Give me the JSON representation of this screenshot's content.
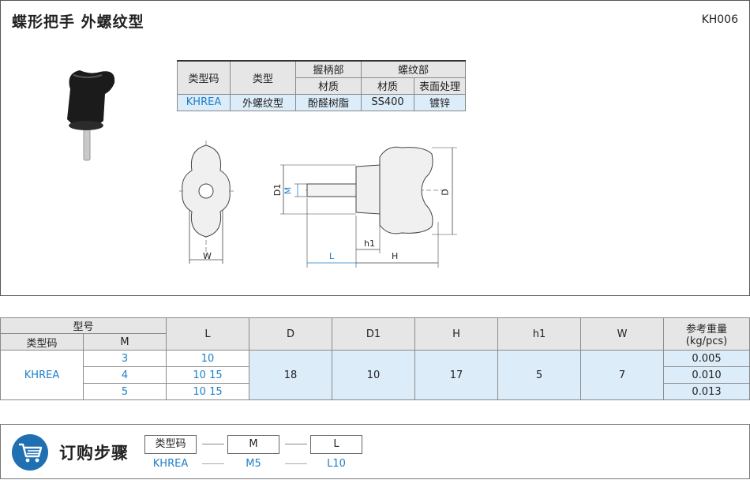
{
  "header": {
    "title": "蝶形把手  外螺纹型",
    "code": "KH006"
  },
  "spec_table": {
    "h_type_code": "类型码",
    "h_type": "类型",
    "h_grip": "握柄部",
    "h_thread": "螺纹部",
    "h_grip_material": "材质",
    "h_thread_material": "材质",
    "h_surface": "表面处理",
    "row": {
      "type_code": "KHREA",
      "type": "外螺纹型",
      "grip_material": "酚醛树脂",
      "thread_material": "SS400",
      "surface": "镀锌"
    }
  },
  "drawing_labels": {
    "W": "W",
    "D1": "D1",
    "M": "M",
    "D": "D",
    "L": "L",
    "H": "H",
    "h1": "h1"
  },
  "size_table": {
    "h_model": "型号",
    "h_type_code": "类型码",
    "h_M": "M",
    "h_L": "L",
    "h_D": "D",
    "h_D1": "D1",
    "h_H": "H",
    "h_h1": "h1",
    "h_W": "W",
    "h_weight": "参考重量",
    "h_weight_unit": "(kg/pcs)",
    "type_code": "KHREA",
    "D": "18",
    "D1": "10",
    "H": "17",
    "h1": "5",
    "W": "7",
    "rows": [
      {
        "M": "3",
        "L": "10",
        "weight": "0.005"
      },
      {
        "M": "4",
        "L": "10  15",
        "weight": "0.010"
      },
      {
        "M": "5",
        "L": "10  15",
        "weight": "0.013"
      }
    ]
  },
  "order": {
    "title": "订购步骤",
    "box1": "类型码",
    "box2": "M",
    "box3": "L",
    "val1": "KHREA",
    "val2": "M5",
    "val3": "L10"
  },
  "colors": {
    "accent": "#1e7fc8",
    "highlight": "#dcecf9",
    "cart_bg": "#1f6fb3"
  }
}
